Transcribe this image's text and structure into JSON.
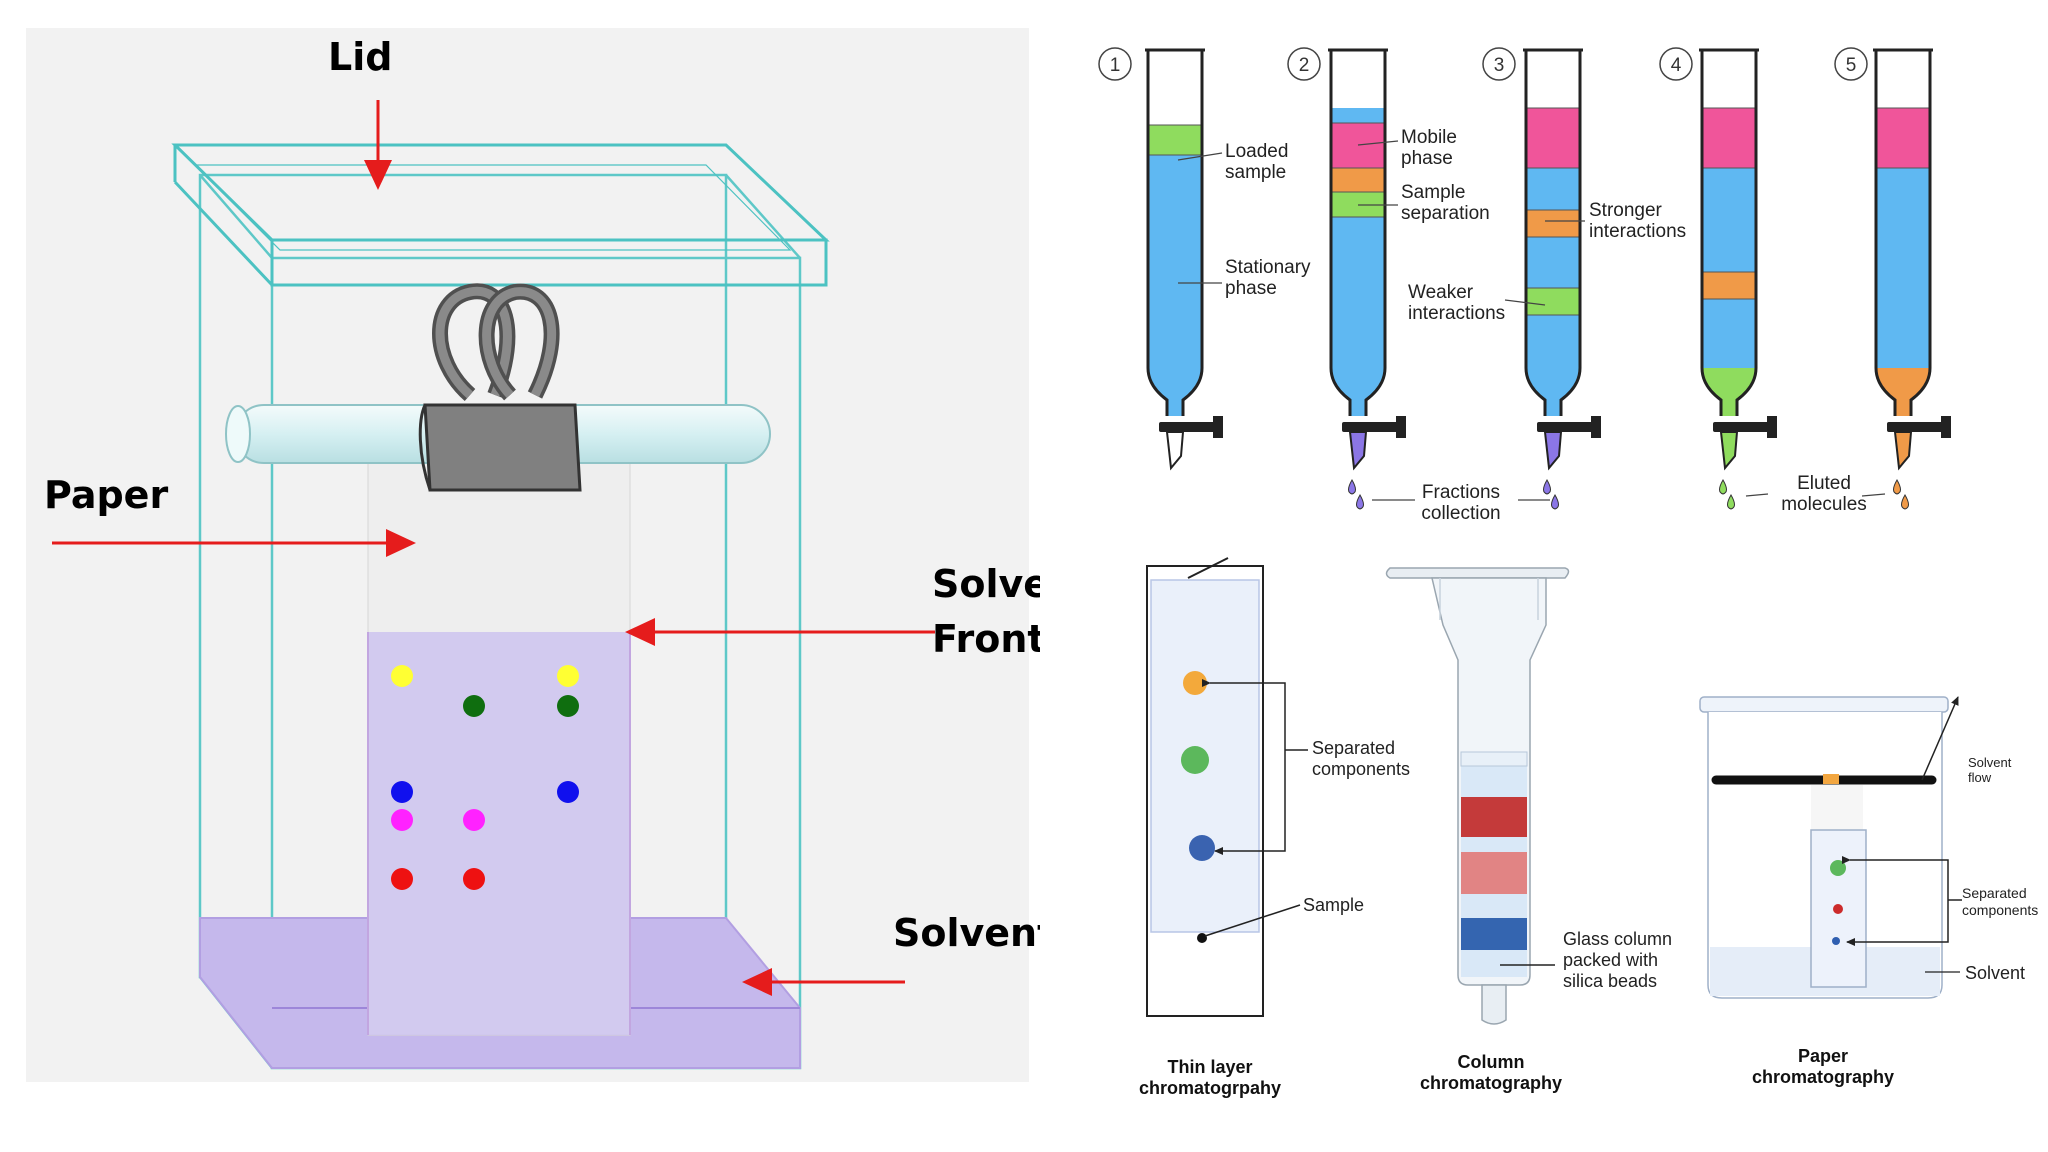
{
  "chamber": {
    "labels": {
      "lid": "Lid",
      "paper": "Paper",
      "solvent_front_line1": "Solvent",
      "solvent_front_line2": "Front",
      "solvent": "Solvent"
    },
    "colors": {
      "glass": "#5ec8c8",
      "arrow": "#e51c1c",
      "solvent": "#c5b8ec",
      "paper": "#eeeeee",
      "clip": "#7f7f7f",
      "rod": "#d6f0f2"
    },
    "spot_colors": [
      "#ffff33",
      "#0f6e0f",
      "#1010ee",
      "#ff22ff",
      "#ee1111"
    ]
  },
  "column_steps": {
    "steps": [
      "1",
      "2",
      "3",
      "4",
      "5"
    ],
    "labels": {
      "loaded_sample": [
        "Loaded",
        "sample"
      ],
      "stationary_phase": [
        "Stationary",
        "phase"
      ],
      "mobile_phase": [
        "Mobile",
        "phase"
      ],
      "sample_separation": [
        "Sample",
        "separation"
      ],
      "stronger_interactions": [
        "Stronger",
        "interactions"
      ],
      "weaker_interactions": [
        "Weaker",
        "interactions"
      ],
      "fractions_collection": [
        "Fractions",
        "collection"
      ],
      "eluted_molecules": [
        "Eluted",
        "molecules"
      ]
    },
    "colors": {
      "stationary": "#5fb8f2",
      "mobile": "#f0559a",
      "orange": "#f09a48",
      "green": "#8fdc5e",
      "purple": "#8b76e6"
    }
  },
  "techniques": {
    "tlc": {
      "caption": [
        "Thin layer",
        "chromatogrpahy"
      ],
      "separated_components": [
        "Separated",
        "components"
      ],
      "sample": "Sample"
    },
    "column": {
      "caption": [
        "Column",
        "chromatography"
      ],
      "glass_column": [
        "Glass column",
        "packed with",
        "silica beads"
      ]
    },
    "paper": {
      "caption": [
        "Paper",
        "chromatography"
      ],
      "solvent_flow": [
        "Solvent",
        "flow"
      ],
      "separated_components": [
        "Separated",
        "components"
      ],
      "solvent": "Solvent"
    }
  }
}
